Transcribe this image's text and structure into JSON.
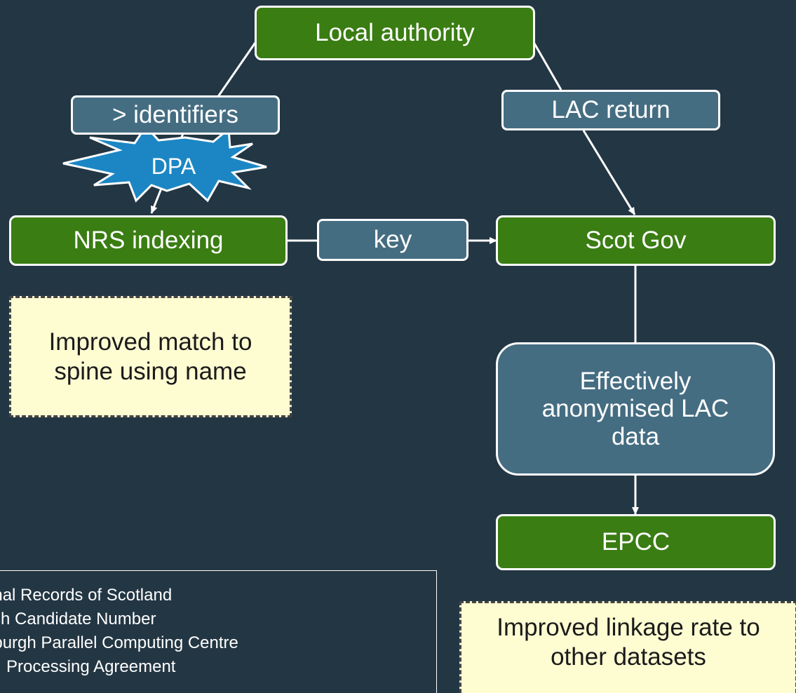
{
  "nodes": {
    "local_authority": "Local authority",
    "identifiers": "> identifiers",
    "dpa": "DPA",
    "lac_return": "LAC return",
    "nrs_indexing": "NRS indexing",
    "key": "key",
    "scot_gov": "Scot Gov",
    "anonymised": "Effectively anonymised LAC data",
    "epcc": "EPCC"
  },
  "notes": {
    "improved_match": "Improved match to spine using name",
    "improved_linkage": "Improved linkage rate to other datasets"
  },
  "legend": [
    "onal Records of Scotland",
    "tish Candidate Number",
    "nburgh Parallel Computing Centre",
    "Processing Agreement"
  ],
  "colors": {
    "background": "#233643",
    "green_node": "#3a7d13",
    "blue_node": "#456d82",
    "dpa_burst": "#1c86c4",
    "note_fill": "#fefdd2"
  }
}
